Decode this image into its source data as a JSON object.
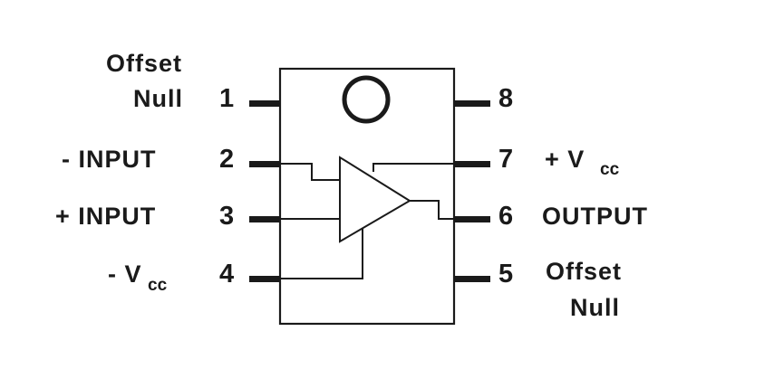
{
  "diagram": {
    "pins": [
      {
        "number": "1",
        "label_line1": "Offset",
        "label_line2": "Null"
      },
      {
        "number": "2",
        "label": "- INPUT"
      },
      {
        "number": "3",
        "label": "+ INPUT"
      },
      {
        "number": "4",
        "label_main": "- V",
        "label_sub": "cc"
      },
      {
        "number": "5",
        "label_line1": "Offset",
        "label_line2": "Null"
      },
      {
        "number": "6",
        "label": "OUTPUT"
      },
      {
        "number": "7",
        "label_main": "+ V",
        "label_sub": "cc"
      },
      {
        "number": "8"
      }
    ]
  }
}
